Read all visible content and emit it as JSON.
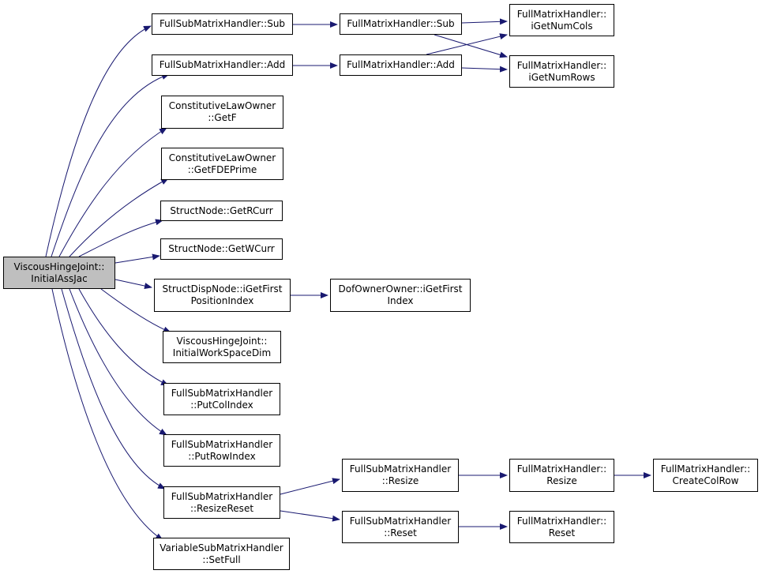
{
  "colors": {
    "edge": "#191970",
    "border": "#000000",
    "root_fill": "#bfbfbf",
    "node_fill": "#ffffff"
  },
  "nodes": {
    "root": [
      "ViscousHingeJoint::",
      "InitialAssJac"
    ],
    "fsub_sub": [
      "FullSubMatrixHandler::Sub"
    ],
    "fsub_add": [
      "FullSubMatrixHandler::Add"
    ],
    "getf": [
      "ConstitutiveLawOwner",
      "::GetF"
    ],
    "getfdeprime": [
      "ConstitutiveLawOwner",
      "::GetFDEPrime"
    ],
    "getrcurr": [
      "StructNode::GetRCurr"
    ],
    "getwcurr": [
      "StructNode::GetWCurr"
    ],
    "igetfirstpos": [
      "StructDispNode::iGetFirst",
      "PositionIndex"
    ],
    "initialws": [
      "ViscousHingeJoint::",
      "InitialWorkSpaceDim"
    ],
    "putcolindex": [
      "FullSubMatrixHandler",
      "::PutColIndex"
    ],
    "putrowindex": [
      "FullSubMatrixHandler",
      "::PutRowIndex"
    ],
    "resizereset": [
      "FullSubMatrixHandler",
      "::ResizeReset"
    ],
    "setfull": [
      "VariableSubMatrixHandler",
      "::SetFull"
    ],
    "fm_sub": [
      "FullMatrixHandler::Sub"
    ],
    "fm_add": [
      "FullMatrixHandler::Add"
    ],
    "dofowner": [
      "DofOwnerOwner::iGetFirst",
      "Index"
    ],
    "fsub_resize": [
      "FullSubMatrixHandler",
      "::Resize"
    ],
    "fsub_reset": [
      "FullSubMatrixHandler",
      "::Reset"
    ],
    "igetnumcols": [
      "FullMatrixHandler::",
      "iGetNumCols"
    ],
    "igetnumrows": [
      "FullMatrixHandler::",
      "iGetNumRows"
    ],
    "fm_resize": [
      "FullMatrixHandler::",
      "Resize"
    ],
    "fm_reset": [
      "FullMatrixHandler::",
      "Reset"
    ],
    "createcolrow": [
      "FullMatrixHandler::",
      "CreateColRow"
    ]
  },
  "edges": [
    [
      "root",
      "fsub_sub"
    ],
    [
      "root",
      "fsub_add"
    ],
    [
      "root",
      "getf"
    ],
    [
      "root",
      "getfdeprime"
    ],
    [
      "root",
      "getrcurr"
    ],
    [
      "root",
      "getwcurr"
    ],
    [
      "root",
      "igetfirstpos"
    ],
    [
      "root",
      "initialws"
    ],
    [
      "root",
      "putcolindex"
    ],
    [
      "root",
      "putrowindex"
    ],
    [
      "root",
      "resizereset"
    ],
    [
      "root",
      "setfull"
    ],
    [
      "fsub_sub",
      "fm_sub"
    ],
    [
      "fsub_add",
      "fm_add"
    ],
    [
      "fm_sub",
      "igetnumcols"
    ],
    [
      "fm_sub",
      "igetnumrows"
    ],
    [
      "fm_add",
      "igetnumcols"
    ],
    [
      "fm_add",
      "igetnumrows"
    ],
    [
      "igetfirstpos",
      "dofowner"
    ],
    [
      "resizereset",
      "fsub_resize"
    ],
    [
      "resizereset",
      "fsub_reset"
    ],
    [
      "fsub_resize",
      "fm_resize"
    ],
    [
      "fsub_reset",
      "fm_reset"
    ],
    [
      "fm_resize",
      "createcolrow"
    ]
  ]
}
